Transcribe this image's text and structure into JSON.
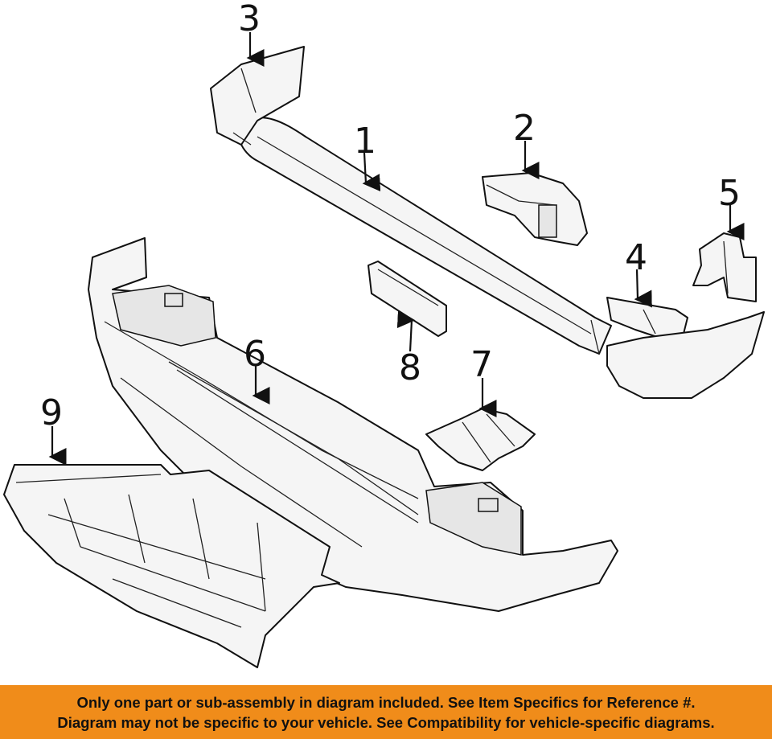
{
  "callouts": {
    "c1": "1",
    "c2": "2",
    "c3": "3",
    "c4": "4",
    "c5": "5",
    "c6": "6",
    "c7": "7",
    "c8": "8",
    "c9": "9"
  },
  "banner": {
    "line1": "Only one part or sub-assembly in diagram included. See Item Specifics for Reference #.",
    "line2": "Diagram may not be specific to your vehicle. See Compatibility for vehicle-specific diagrams."
  },
  "colors": {
    "banner_background": "#f08c1a",
    "line_art": "#111111",
    "background": "#ffffff"
  }
}
